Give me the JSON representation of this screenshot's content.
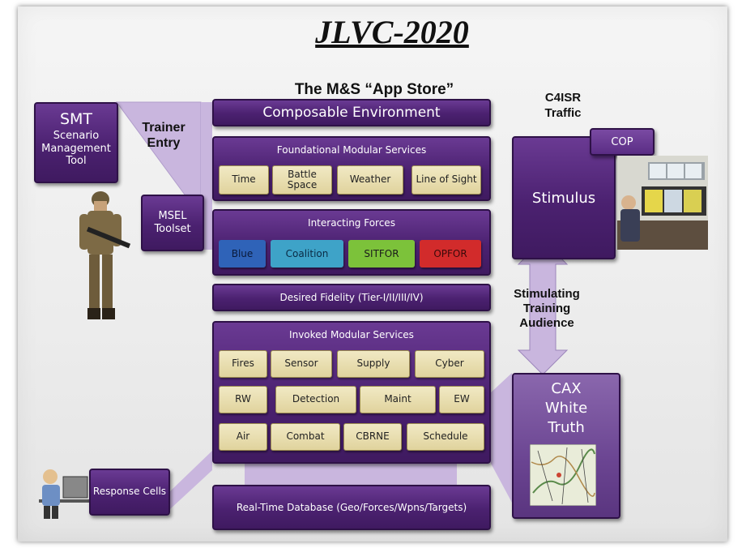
{
  "title": "JLVC-2020",
  "subtitle": "The M&S “App Store”",
  "smt": {
    "label": "SMT",
    "desc": "Scenario Management Tool"
  },
  "trainer_entry": "Trainer Entry",
  "msel": "MSEL Toolset",
  "composable": "Composable Environment",
  "foundational": {
    "label": "Foundational Modular Services",
    "items": [
      "Time",
      "Battle Space",
      "Weather",
      "Line of Sight"
    ]
  },
  "interacting": {
    "label": "Interacting Forces",
    "items": [
      {
        "label": "Blue",
        "color": "#2f63b8"
      },
      {
        "label": "Coalition",
        "color": "#3ea3c8"
      },
      {
        "label": "SITFOR",
        "color": "#7cc23a"
      },
      {
        "label": "OPFOR",
        "color": "#d22b2b"
      }
    ]
  },
  "fidelity": "Desired Fidelity (Tier-I/II/III/IV)",
  "invoked": {
    "label": "Invoked Modular Services",
    "rows": [
      [
        "Fires",
        "Sensor",
        "Supply",
        "Cyber"
      ],
      [
        "RW",
        "Detection",
        "Maint",
        "EW"
      ],
      [
        "Air",
        "Combat",
        "CBRNE",
        "Schedule"
      ]
    ]
  },
  "response": "Response Cells",
  "database": "Real-Time Database (Geo/Forces/Wpns/Targets)",
  "c4isr": "C4ISR Traffic",
  "cop": "COP",
  "stimulus": "Stimulus",
  "stimulating": "Stimulating Training Audience",
  "cax": "CAX White Truth",
  "colors": {
    "purple": "#4b2170",
    "lavender": "#c9b6de",
    "tan": "#e0d39d"
  }
}
